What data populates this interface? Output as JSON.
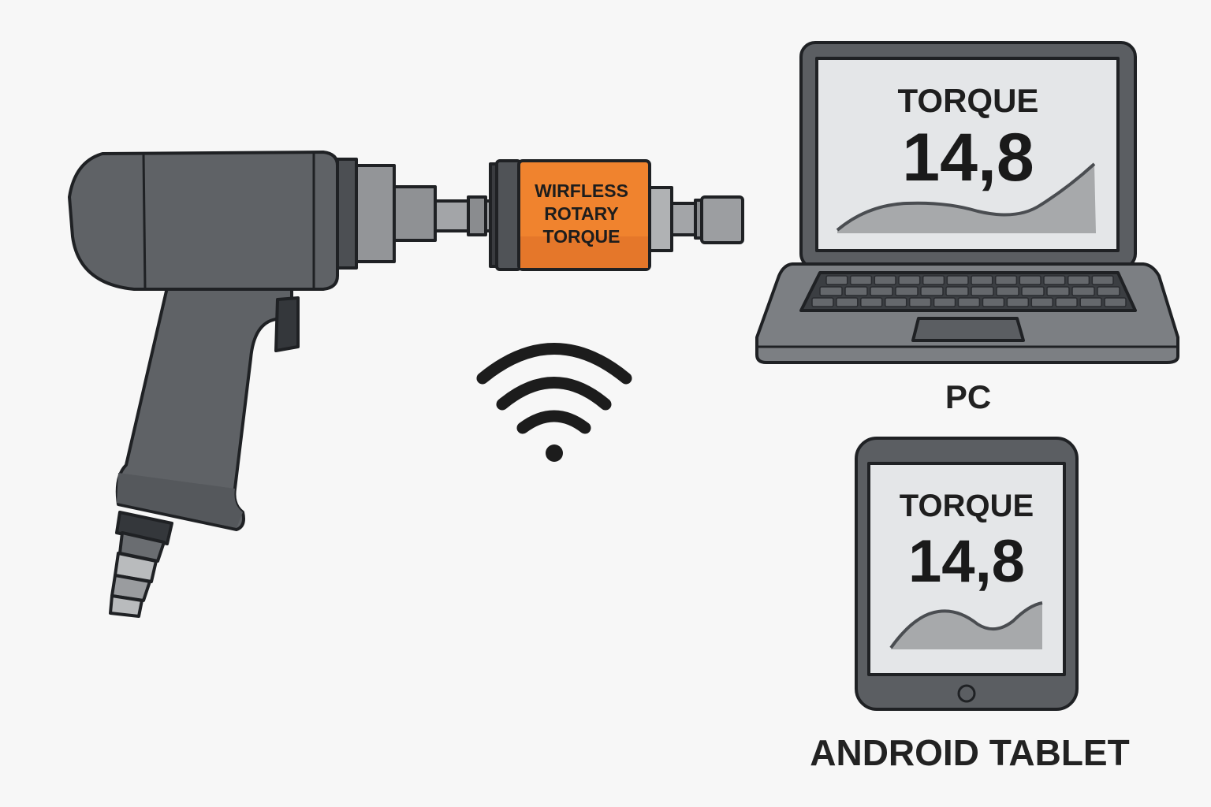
{
  "diagram": {
    "tool": {
      "name": "pneumatic screwdriver"
    },
    "sensor": {
      "label_lines": [
        "WIRFLESS",
        "ROTARY",
        "TORQUE"
      ],
      "color": "#f0832e"
    },
    "wireless": {
      "icon": "wifi-icon"
    },
    "pc": {
      "label": "PC",
      "screen": {
        "title": "TORQUE",
        "value": "14,8"
      }
    },
    "tablet": {
      "label": "ANDROID TABLET",
      "screen": {
        "title": "TORQUE",
        "value": "14,8"
      }
    },
    "colors": {
      "background": "#f7f7f7",
      "tool_body": "#5f6266",
      "outline": "#1f2124",
      "screen_bg": "#e4e6e8",
      "chart_fill": "#a7a9ab",
      "sensor_orange": "#f0832e"
    }
  }
}
